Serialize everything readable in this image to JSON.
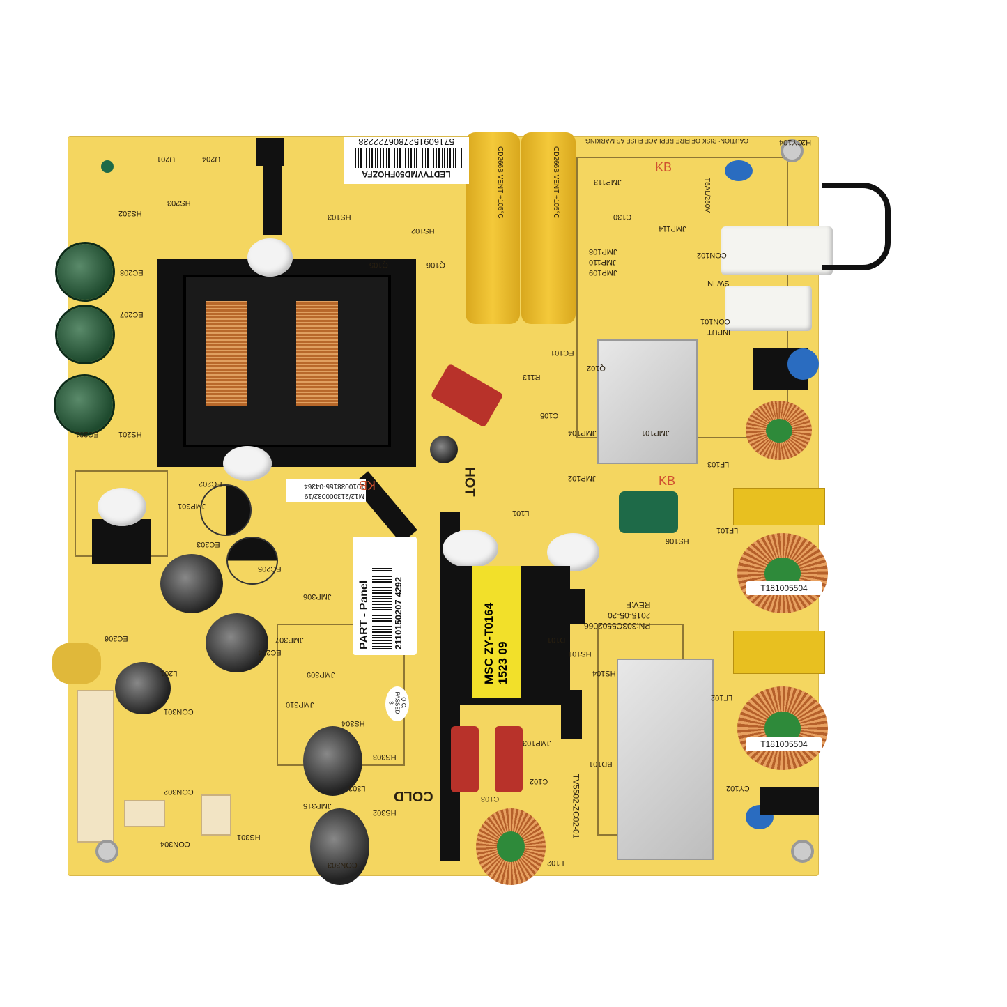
{
  "board": {
    "barcode_top": {
      "number": "5716091527806722238",
      "model": "LEDTVVMD50FHOZFA"
    },
    "part_label": {
      "title": "PART - Panel",
      "number": "2110150207 4292"
    },
    "transformer_label": {
      "line1": "MSC ZY-T0164",
      "line2": "1523 09"
    },
    "sticker_small": {
      "line1": "1010038155-04364",
      "line2": "M12/213000032/19"
    },
    "qc_label": {
      "line1": "Q.C.",
      "line2": "PASSED",
      "line3": "3"
    },
    "hot_zone": "HOT",
    "cold_zone": "COLD",
    "pn": "PN:303C5502066",
    "date": "2015-05-20",
    "rev": "REV:F",
    "board_id": "TV5502-ZC02-01",
    "choke_labels": [
      "T181005504",
      "T181005504"
    ],
    "fuse": "T5AL/250V",
    "caution": "CAUTION: RISK OF FIRE REPLACE FUSE AS MARKING",
    "kb_marks": [
      "KB",
      "KB",
      "KB"
    ],
    "big_caps_text": "CD266B VENT +105°C",
    "silk": [
      "EC208",
      "EC207",
      "EC201",
      "HS201",
      "HS202",
      "HS203",
      "U204",
      "U201",
      "HS103",
      "HS102",
      "Q105",
      "Q106",
      "JMP113",
      "JMP114",
      "C130",
      "JMP108",
      "JMP109",
      "JMP110",
      "CON102",
      "CON101",
      "SW IN",
      "INPUT",
      "CY104",
      "H2",
      "EC101",
      "Q102",
      "R113",
      "C105",
      "JMP104",
      "JMP102",
      "LF103",
      "LF101",
      "LF102",
      "CY102",
      "JMP101",
      "HS106",
      "L101",
      "EC202",
      "EC203",
      "EC204",
      "EC205",
      "EC206",
      "JMP301",
      "JMP306",
      "JMP307",
      "JMP309",
      "JMP310",
      "JMP315",
      "HS301",
      "HS302",
      "HS303",
      "HS304",
      "L201",
      "L303",
      "CON301",
      "CON302",
      "CON303",
      "CON304",
      "C102",
      "C103",
      "L102",
      "BD101",
      "HS104",
      "HS101",
      "D101",
      "JMP103"
    ]
  }
}
